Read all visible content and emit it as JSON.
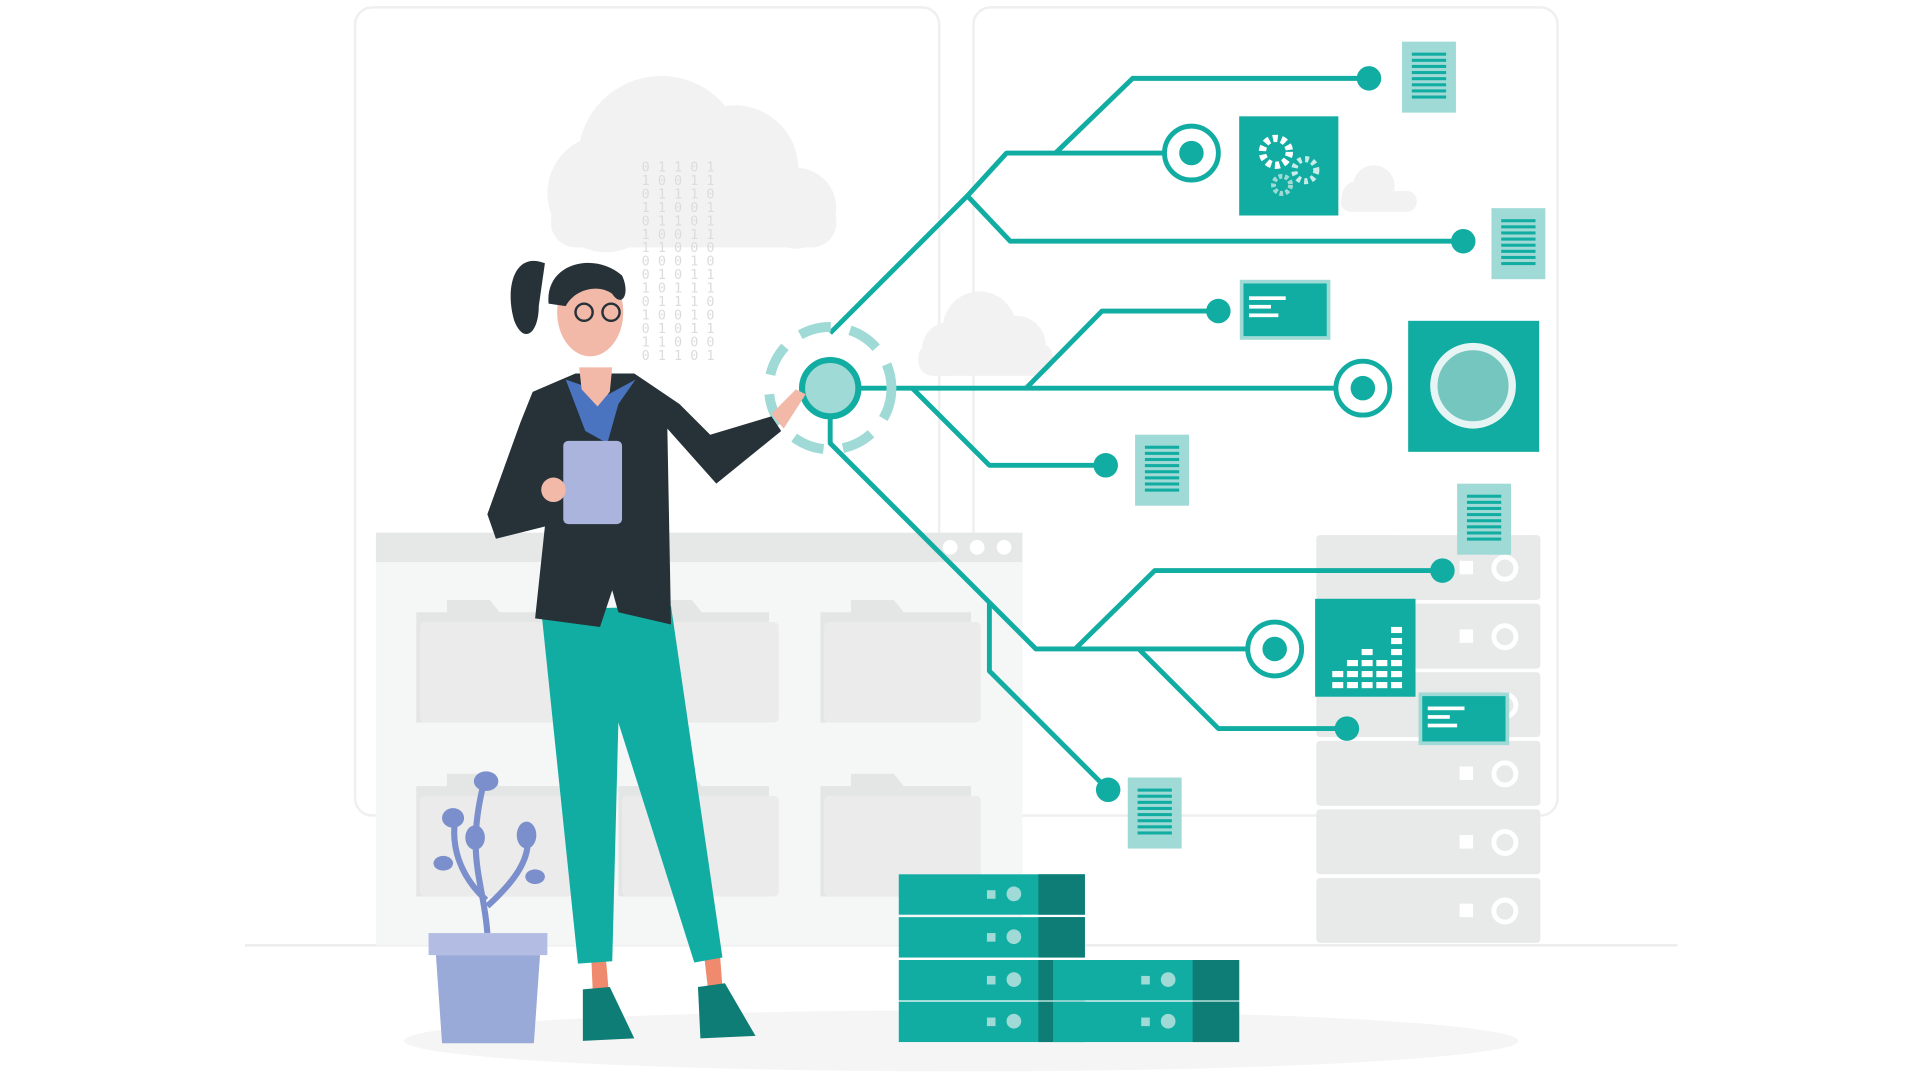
{
  "illustration": {
    "subject": "woman-pointing-at-data-network",
    "binary_rain": [
      "0 1 1 0 1",
      "1 0 0 1 1",
      "0 1 1 1 0",
      "1 1 0 0 1",
      "0 1 1 0 1",
      "1 0 0 1 1",
      "1 1 0 0 0",
      "0 0 0 1 0",
      "0 1 0 1 1",
      "1 0 1 1 1",
      "0 1 1 1 0",
      "1 0 0 1 0",
      "0 1 0 1 1",
      "1 1 0 0 0",
      "0 1 1 0 1"
    ],
    "icons": [
      "cloud-icon",
      "gear-icon",
      "document-icon",
      "terminal-window-icon",
      "donut-chart-icon",
      "bar-chart-icon",
      "server-icon",
      "folder-icon",
      "plant-icon",
      "network-hub-icon"
    ]
  },
  "colors": {
    "accent": "#12ada2",
    "accent_dark": "#0e7d75",
    "accent_light": "#9fdad6",
    "jacket": "#263238",
    "skin": "#f2b8a8",
    "pot": "#9aaad8",
    "panel": "#f5f6f6",
    "gray": "#e8e9e9"
  }
}
